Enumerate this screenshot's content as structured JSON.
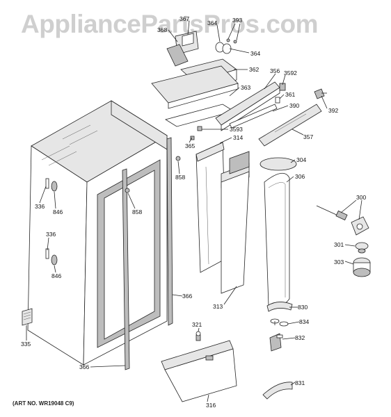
{
  "watermark": "AppliancePartsPros.com",
  "art_number": "(ART NO. WR19048 C9)",
  "callouts": {
    "c367": "367",
    "c368": "368",
    "c364a": "364",
    "c393": "393",
    "c364b": "364",
    "c362": "362",
    "c356": "356",
    "c3592": "3592",
    "c363": "363",
    "c361": "361",
    "c392": "392",
    "c390": "390",
    "c3593": "3593",
    "c365": "365",
    "c357": "357",
    "c314": "314",
    "c304": "304",
    "c306": "306",
    "c858a": "858",
    "c858b": "858",
    "c336a": "336",
    "c846a": "846",
    "c300": "300",
    "c336b": "336",
    "c301": "301",
    "c303": "303",
    "c846b": "846",
    "c366a": "366",
    "c313": "313",
    "c830": "830",
    "c321": "321",
    "c834": "834",
    "c832": "832",
    "c335": "335",
    "c366b": "366",
    "c831": "831",
    "c316": "316"
  }
}
